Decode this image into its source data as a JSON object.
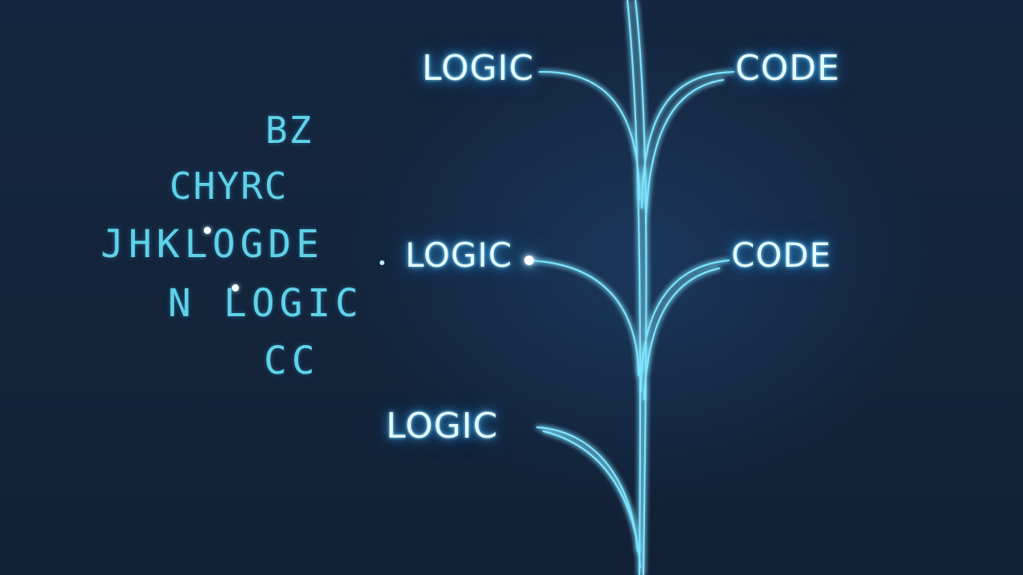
{
  "tree": {
    "labels": {
      "logic_top": "LOGIC",
      "code_top": "CODE",
      "logic_mid": "LOGIC",
      "code_mid": "CODE",
      "logic_bottom": "LOGIC"
    }
  },
  "glyph_block": {
    "lines": [
      "BZ",
      "CHYRC",
      "JHKLOGDE",
      "N LOGIC",
      "CC"
    ]
  },
  "colors": {
    "background": "#13253d",
    "glow_text": "#e6fbff",
    "branch": "#7fe4ff",
    "glyph_text": "#5fd2e8"
  }
}
